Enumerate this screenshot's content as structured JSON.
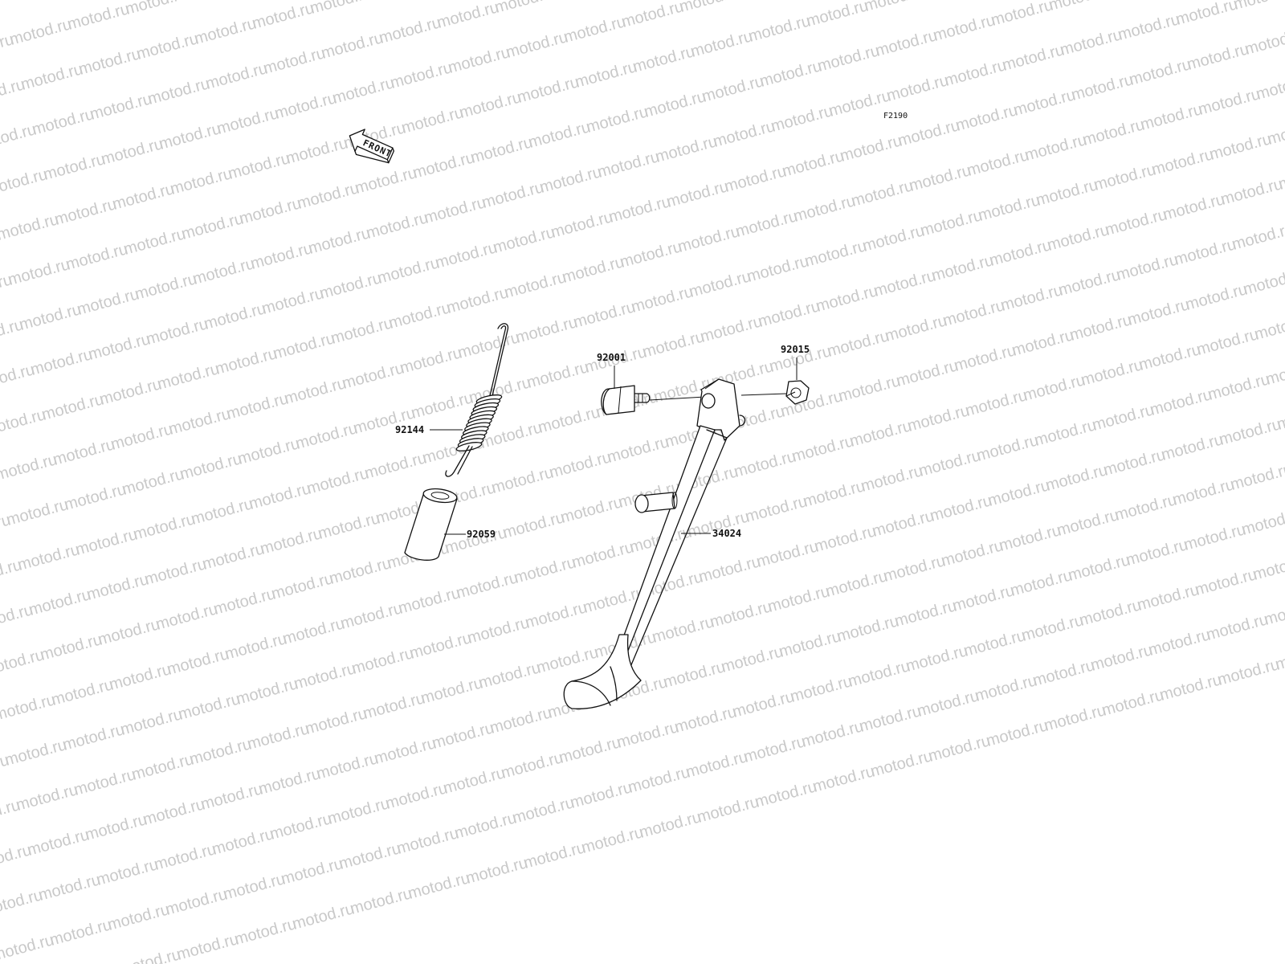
{
  "diagram_code": "F2190",
  "orientation_arrow": {
    "text": "FRONT",
    "icon": "front-arrow-icon"
  },
  "watermark": {
    "text": "motod.ru"
  },
  "parts": {
    "spring": {
      "number": "92144",
      "name": "spring"
    },
    "collar": {
      "number": "92059",
      "name": "collar"
    },
    "bolt": {
      "number": "92001",
      "name": "bolt"
    },
    "nut": {
      "number": "92015",
      "name": "nut"
    },
    "side_stand": {
      "number": "34024",
      "name": "side stand"
    }
  },
  "colors": {
    "line": "#111111",
    "background": "#ffffff",
    "watermark": "#c9c9c9"
  }
}
